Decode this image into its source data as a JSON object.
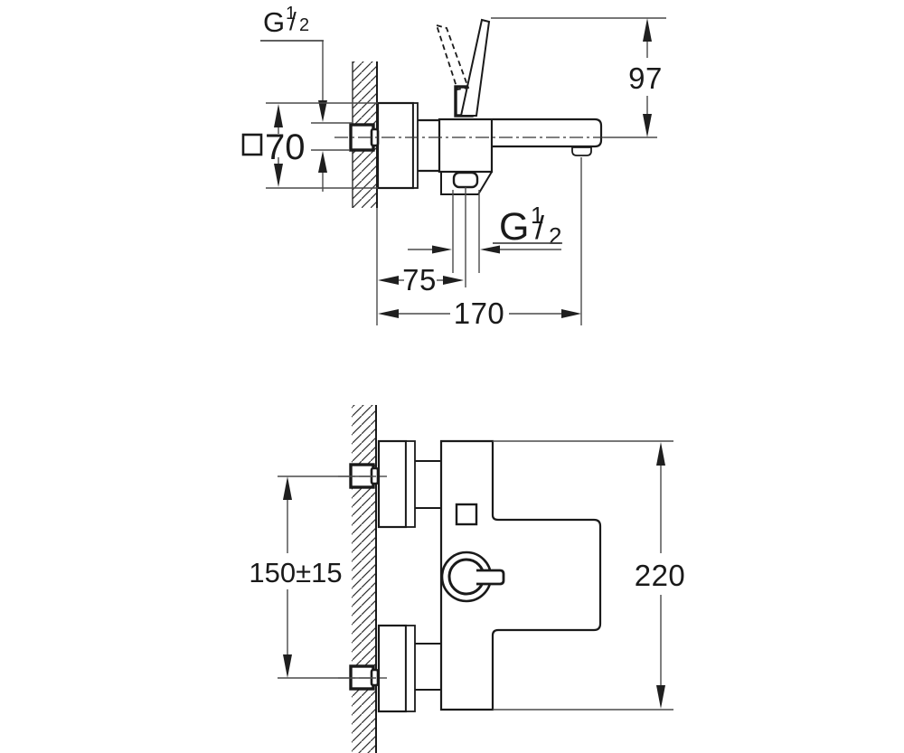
{
  "page": {
    "background": "#ffffff",
    "line_color": "#1a1a1a",
    "dim_line_color": "#4a4a4a",
    "drawing_type": "faucet installation dimension drawing"
  },
  "side_view": {
    "wall_thread_label": {
      "g": "G",
      "numerator": "1",
      "slash": "/",
      "denominator": "2"
    },
    "outlet_thread_label": {
      "g": "G",
      "numerator": "1",
      "slash": "/",
      "denominator": "2"
    },
    "escutcheon_size_dim": "70",
    "lever_height_dim": "97",
    "outlet_offset_dim": "75",
    "spout_reach_dim": "170"
  },
  "front_view": {
    "connection_spacing_dim": "150±15",
    "body_height_dim": "220"
  }
}
